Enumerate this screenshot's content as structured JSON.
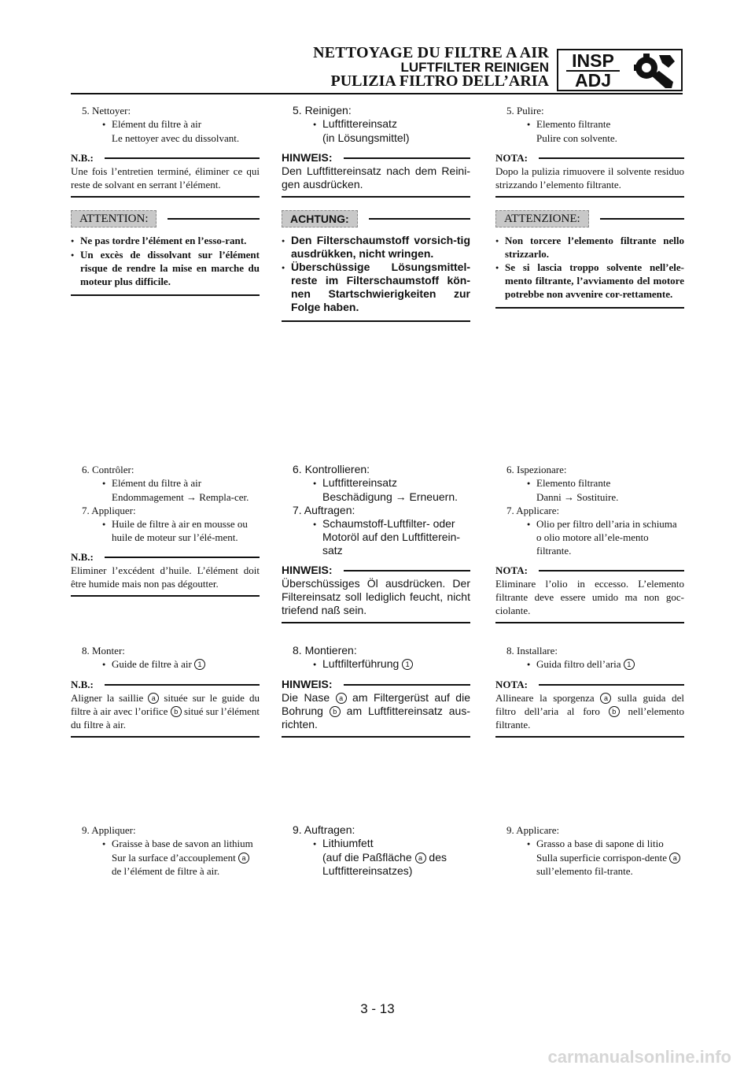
{
  "header": {
    "title_fr": "NETTOYAGE DU FILTRE A AIR",
    "title_de": "LUFTFILTER REINIGEN",
    "title_it": "PULIZIA FILTRO DELL’ARIA",
    "badge_top": "INSP",
    "badge_bottom": "ADJ",
    "badge_icon": "wrench-gear-icon"
  },
  "fr": {
    "s5": {
      "title": "5. Nettoyer:",
      "item": "Elément du filtre à air",
      "detail": "Le nettoyer avec du dissolvant."
    },
    "note1": {
      "label": "N.B.:",
      "text": "Une fois l’entretien terminé, éliminer ce qui reste de solvant en serrant l’élément."
    },
    "warn": {
      "label": "ATTENTION:",
      "items": [
        "Ne pas tordre l’élément en l’esso-rant.",
        "Un excès de dissolvant sur l’élément risque de rendre la mise en marche du moteur plus difficile."
      ]
    },
    "s6": {
      "title": "6. Contrôler:",
      "item": "Elément du filtre à air",
      "detail": "Endommagement → Rempla-cer."
    },
    "s7": {
      "title": "7. Appliquer:",
      "item": "Huile de filtre à air en mousse ou huile de moteur sur l’élé-ment."
    },
    "note2": {
      "label": "N.B.:",
      "text": "Eliminer l’excédent d’huile. L’élément doit être humide mais non pas dégoutter."
    },
    "s8": {
      "title": "8. Monter:",
      "item": "Guide de filtre à air",
      "mark": "1"
    },
    "note3": {
      "label": "N.B.:",
      "pre": "Aligner la saillie",
      "a": "a",
      "mid": "située sur le guide du filtre à air avec l’orifice",
      "b": "b",
      "post": "situé sur l’élément du filtre à air."
    },
    "s9": {
      "title": "9. Appliquer:",
      "item": "Graisse à base de savon an lithium",
      "detail": "Sur la surface d’accouplement",
      "a": "a",
      "detail2": "de l’élément de filtre à air."
    }
  },
  "de": {
    "s5": {
      "title": "5. Reinigen:",
      "item": "Luftfittereinsatz",
      "detail": "(in Lösungsmittel)"
    },
    "note1": {
      "label": "HINWEIS:",
      "text": "Den Luftfittereinsatz nach dem Reini-gen ausdrücken."
    },
    "warn": {
      "label": "ACHTUNG:",
      "items": [
        "Den Filterschaumstoff vorsich-tig ausdrükken, nicht wringen.",
        "Überschüssige Lösungsmittel-reste im Filterschaumstoff kön-nen Startschwierigkeiten zur Folge haben."
      ]
    },
    "s6": {
      "title": "6. Kontrollieren:",
      "item": "Luftfittereinsatz",
      "detail": "Beschädigung → Erneuern."
    },
    "s7": {
      "title": "7. Auftragen:",
      "item": "Schaumstoff-Luftfilter- oder Motoröl auf den Luftfitterein-satz"
    },
    "note2": {
      "label": "HINWEIS:",
      "text": "Überschüssiges Öl ausdrücken. Der Filtereinsatz soll lediglich feucht, nicht triefend naß sein."
    },
    "s8": {
      "title": "8. Montieren:",
      "item": "Luftfilterführung",
      "mark": "1"
    },
    "note3": {
      "label": "HINWEIS:",
      "pre": "Die Nase",
      "a": "a",
      "mid": "am Filtergerüst auf die Bohrung",
      "b": "b",
      "post": "am Luftfittereinsatz aus-richten."
    },
    "s9": {
      "title": "9. Auftragen:",
      "item": "Lithiumfett",
      "detail": "(auf die Paßfläche",
      "a": "a",
      "detail2": "des Luftfittereinsatzes)"
    }
  },
  "it": {
    "s5": {
      "title": "5. Pulire:",
      "item": "Elemento filtrante",
      "detail": "Pulire con solvente."
    },
    "note1": {
      "label": "NOTA:",
      "text": "Dopo la pulizia rimuovere il solvente residuo strizzando l’elemento filtrante."
    },
    "warn": {
      "label": "ATTENZIONE:",
      "items": [
        "Non torcere l’elemento filtrante nello strizzarlo.",
        "Se si lascia troppo solvente nell’ele-mento filtrante, l’avviamento del motore potrebbe non avvenire cor-rettamente."
      ]
    },
    "s6": {
      "title": "6. Ispezionare:",
      "item": "Elemento filtrante",
      "detail": "Danni → Sostituire."
    },
    "s7": {
      "title": "7. Applicare:",
      "item": "Olio per filtro dell’aria in schiuma o olio motore all’ele-mento filtrante."
    },
    "note2": {
      "label": "NOTA:",
      "text": "Eliminare l’olio in eccesso. L’elemento filtrante deve essere umido ma non goc-ciolante."
    },
    "s8": {
      "title": "8. Installare:",
      "item": "Guida filtro dell’aria",
      "mark": "1"
    },
    "note3": {
      "label": "NOTA:",
      "pre": "Allineare la sporgenza",
      "a": "a",
      "mid": "sulla guida del filtro dell’aria al foro",
      "b": "b",
      "post": "nell’elemento filtrante."
    },
    "s9": {
      "title": "9. Applicare:",
      "item": "Grasso a base di sapone di litio",
      "detail": "Sulla superficie corrispon-dente",
      "a": "a",
      "detail2": "sull’elemento fil-trante."
    }
  },
  "footer": {
    "page": "3 - 13",
    "watermark": "carmanualsonline.info"
  }
}
